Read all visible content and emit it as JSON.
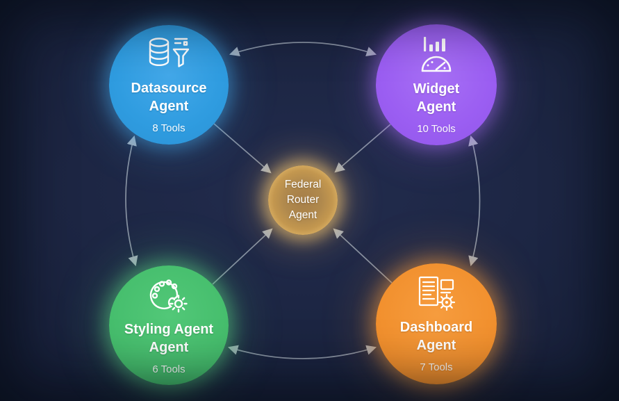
{
  "diagram_title": "Agent architecture diagram",
  "background_color": "#1b2440",
  "arrow_color": "#a2acb9",
  "router": {
    "name": "Federal Router Agent",
    "lines": [
      "Federal",
      "Router",
      "Agent"
    ],
    "fill_color": "#b0894d",
    "glow_color": "#ffd98f"
  },
  "agents": [
    {
      "name": "Datasource Agent",
      "lines": [
        "Datasource",
        "Agent"
      ],
      "tools": "8 Tools",
      "color": "#2f9ce0",
      "icon": "database-filter-icon"
    },
    {
      "name": "Widget Agent",
      "lines": [
        "Widget",
        "Agent"
      ],
      "tools": "10 Tools",
      "color": "#9b5ef2",
      "icon": "bar-chart-gauge-icon"
    },
    {
      "name": "Styling Agent Agent",
      "lines": [
        "Styling Agent",
        "Agent"
      ],
      "tools": "6 Tools",
      "color": "#47bf6e",
      "icon": "paint-palette-icon"
    },
    {
      "name": "Dashboard Agent",
      "lines": [
        "Dashboard",
        "Agent"
      ],
      "tools": "7 Tools",
      "color": "#f2912f",
      "icon": "document-gear-icon"
    }
  ],
  "connections": [
    {
      "from": "Datasource Agent",
      "to": "Federal Router Agent",
      "style": "straight",
      "direction": "one-way"
    },
    {
      "from": "Widget Agent",
      "to": "Federal Router Agent",
      "style": "straight",
      "direction": "one-way"
    },
    {
      "from": "Styling Agent Agent",
      "to": "Federal Router Agent",
      "style": "straight",
      "direction": "one-way"
    },
    {
      "from": "Dashboard Agent",
      "to": "Federal Router Agent",
      "style": "straight",
      "direction": "one-way"
    },
    {
      "from": "Datasource Agent",
      "to": "Widget Agent",
      "style": "curved",
      "direction": "two-way"
    },
    {
      "from": "Datasource Agent",
      "to": "Styling Agent Agent",
      "style": "curved",
      "direction": "two-way"
    },
    {
      "from": "Widget Agent",
      "to": "Dashboard Agent",
      "style": "curved",
      "direction": "two-way"
    },
    {
      "from": "Styling Agent Agent",
      "to": "Dashboard Agent",
      "style": "curved",
      "direction": "two-way"
    }
  ]
}
